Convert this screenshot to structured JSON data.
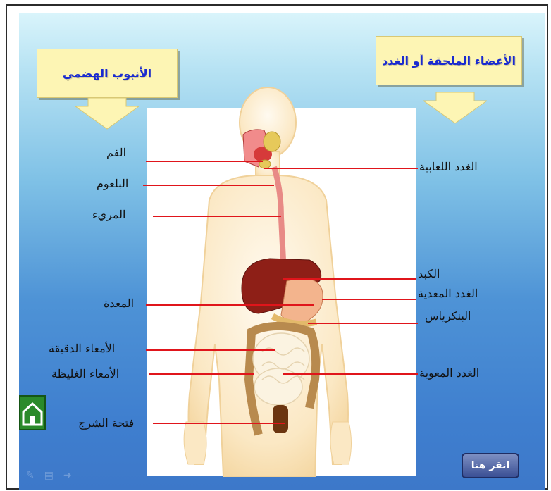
{
  "slide": {
    "left_callout": "الأنبوب الهضمي",
    "right_callout": "الأعضاء الملحقة أو الغدد",
    "button_label": "انقر هنا"
  },
  "labels_left": [
    "الفم",
    "البلعوم",
    "المريء",
    "المعدة",
    "الأمعاء الدقيقة",
    "الأمعاء الغليظة",
    "فتحة الشرج"
  ],
  "labels_right": [
    "الغدد اللعابية",
    "الكبد",
    "الغدد المعدية",
    "البنكرياس",
    "الغدد المعوية"
  ],
  "colors": {
    "callout_text": "#1a2bd0",
    "callout_fill": "#fdf5b4",
    "pointer": "#e0151b",
    "home_button": "#2a8a2a"
  }
}
